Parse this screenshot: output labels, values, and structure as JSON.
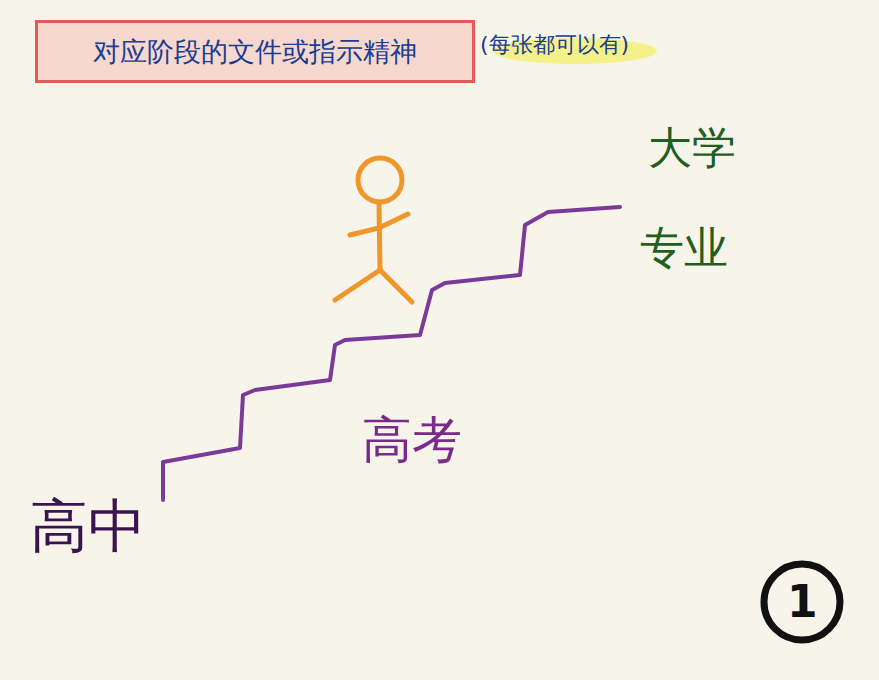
{
  "diagram": {
    "nodes": [
      {
        "text": [
          "对应阶段的文件或指示精神"
        ]
      }
    ],
    "labels": [
      "(每张都可以有)",
      "大学",
      "专业",
      "高考",
      "高中",
      "1"
    ]
  }
}
